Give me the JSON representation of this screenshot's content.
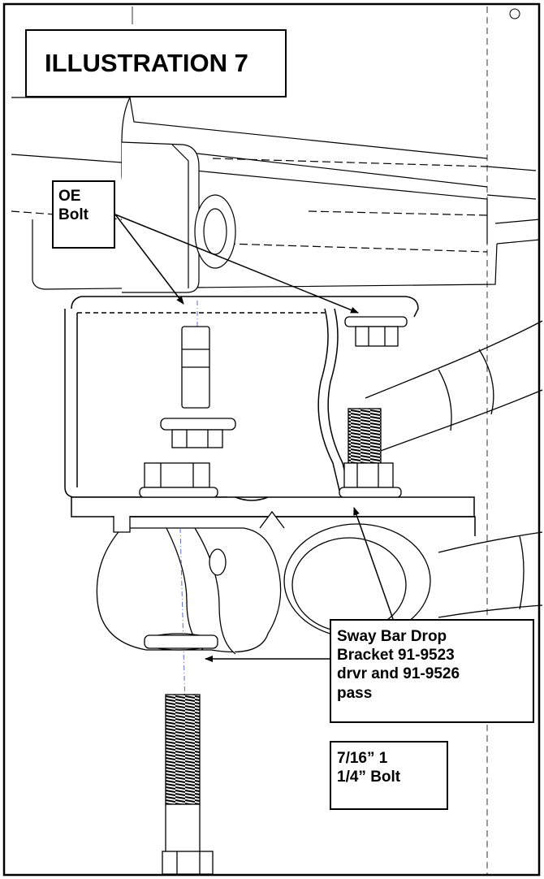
{
  "title": "ILLUSTRATION 7",
  "labels": {
    "oe_bolt": [
      "OE",
      "Bolt"
    ],
    "sway_bar_bracket": [
      "Sway Bar Drop",
      "Bracket 91-9523",
      "drvr and 91-9526",
      "pass"
    ],
    "bolt_size": [
      "7/16” 1",
      "1/4” Bolt"
    ]
  },
  "colors": {
    "ink": "#000000",
    "paper": "#ffffff",
    "centerline": "#5b6fd6"
  }
}
